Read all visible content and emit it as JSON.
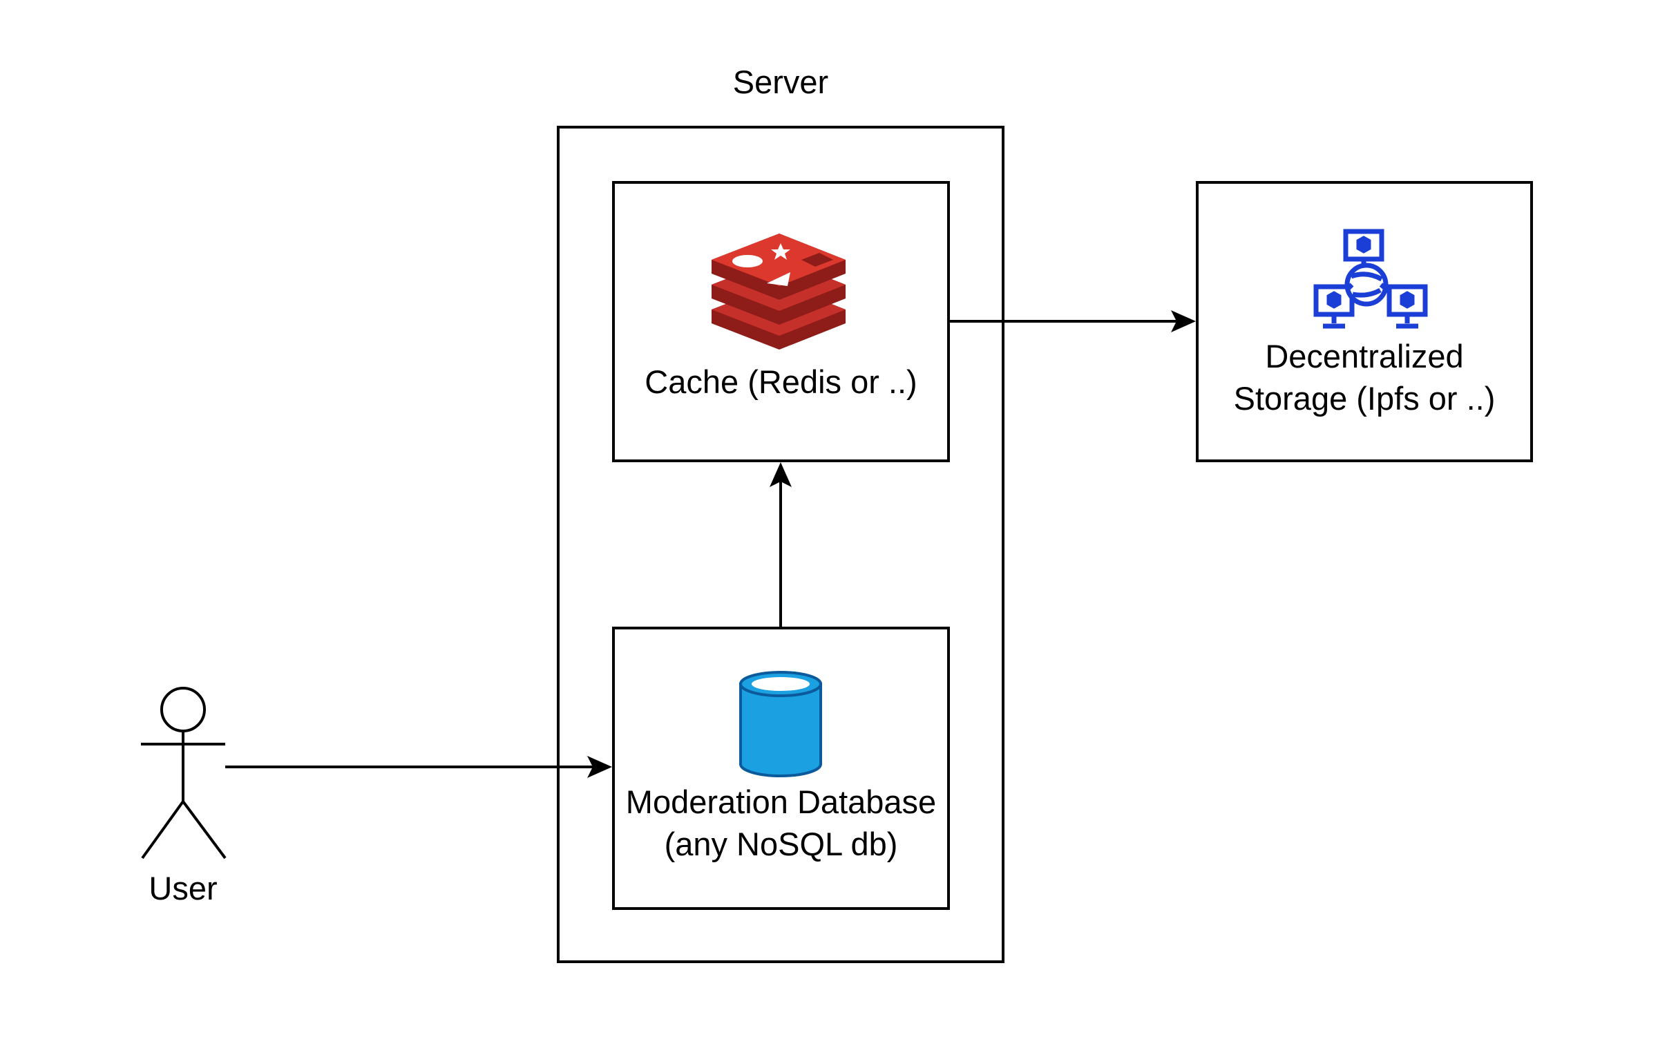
{
  "server": {
    "title": "Server"
  },
  "cache": {
    "label": "Cache (Redis or ..)",
    "icon": "redis-icon"
  },
  "database": {
    "label_line1": "Moderation Database",
    "label_line2": "(any NoSQL db)",
    "icon": "database-cylinder-icon"
  },
  "storage": {
    "label_line1": "Decentralized",
    "label_line2": "Storage (Ipfs or ..)",
    "icon": "decentralized-network-icon"
  },
  "user": {
    "label": "User",
    "icon": "actor-stick-figure-icon"
  },
  "colors": {
    "redis_red": "#C6302B",
    "redis_dark": "#8E1C18",
    "db_blue": "#1BA1E2",
    "storage_blue": "#1B3FD6"
  },
  "edges": [
    {
      "from": "user",
      "to": "database"
    },
    {
      "from": "database",
      "to": "cache"
    },
    {
      "from": "cache",
      "to": "storage"
    }
  ]
}
